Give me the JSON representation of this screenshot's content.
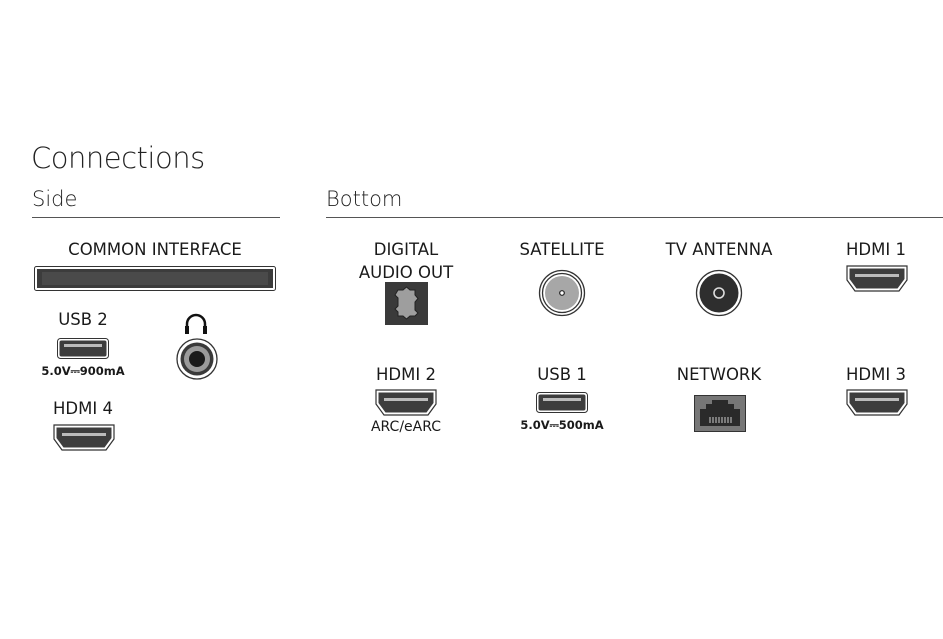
{
  "title": "Connections",
  "side": {
    "heading": "Side",
    "common_interface": "COMMON INTERFACE",
    "usb2": {
      "label": "USB 2",
      "spec": "5.0V⎓900mA"
    },
    "headphone_icon": "headphone-icon",
    "hdmi4": {
      "label": "HDMI 4"
    }
  },
  "bottom": {
    "heading": "Bottom",
    "digital_audio": {
      "line1": "DIGITAL",
      "line2": "AUDIO OUT"
    },
    "satellite": {
      "label": "SATELLITE"
    },
    "tv_antenna": {
      "label": "TV ANTENNA"
    },
    "hdmi1": {
      "label": "HDMI 1"
    },
    "hdmi2": {
      "label": "HDMI 2",
      "sub": "ARC/eARC"
    },
    "usb1": {
      "label": "USB 1",
      "spec": "5.0V⎓500mA"
    },
    "network": {
      "label": "NETWORK"
    },
    "hdmi3": {
      "label": "HDMI 3"
    }
  }
}
